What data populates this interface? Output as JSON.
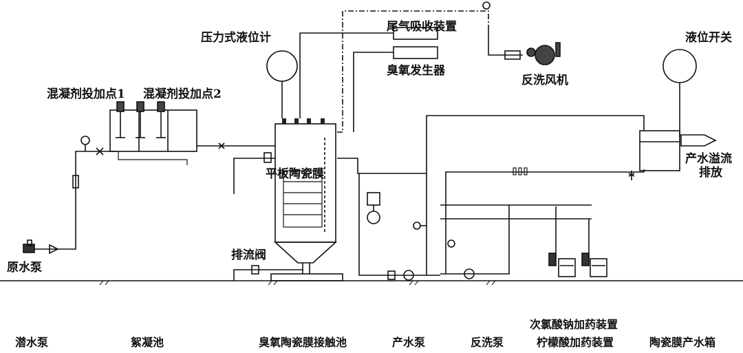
{
  "labels": {
    "coag_point_1": "混凝剂投加点1",
    "coag_point_2": "混凝剂投加点2",
    "pressure_level_gauge": "压力式液位计",
    "tail_gas_absorber": "尾气吸收装置",
    "ozone_generator": "臭氧发生器",
    "backwash_blower": "反洗风机",
    "level_switch": "液位开关",
    "flat_ceramic_membrane": "平板陶瓷膜",
    "product_overflow_line1": "产水溢流",
    "product_overflow_line2": "排放",
    "raw_water_pump": "原水泵",
    "drain_valve": "排流阀"
  },
  "bottom_labels": {
    "submersible_pump": "潜水泵",
    "flocculation_tank": "絮凝池",
    "ozone_ceramic_contact_tank": "臭氧陶瓷膜接触池",
    "product_pump": "产水泵",
    "backwash_pump": "反洗泵",
    "naclo_dosing": "次氯酸钠加药装置",
    "citric_dosing": "柠檬酸加药装置",
    "ceramic_product_tank": "陶瓷膜产水箱"
  }
}
